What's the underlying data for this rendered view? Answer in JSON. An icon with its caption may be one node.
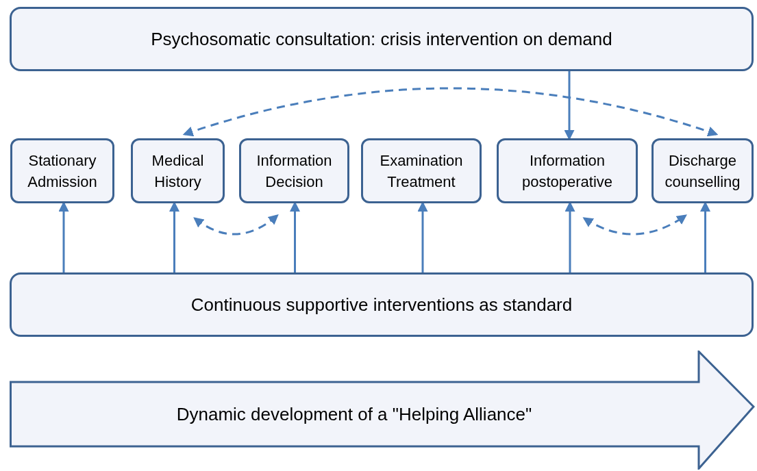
{
  "diagram": {
    "nodes": [
      {
        "text": [
          "Psychosomatic consultation: crisis intervention on demand"
        ]
      },
      {
        "text": [
          "Stationary Admission"
        ]
      },
      {
        "text": [
          "Medical History"
        ]
      },
      {
        "text": [
          "Information Decision"
        ]
      },
      {
        "text": [
          "Examination Treatment"
        ]
      },
      {
        "text": [
          "Information postoperative"
        ]
      },
      {
        "text": [
          "Discharge counselling"
        ]
      },
      {
        "text": [
          "Continuous supportive interventions as standard"
        ]
      },
      {
        "text": [
          "Dynamic development of a \"Helping Alliance\""
        ]
      }
    ],
    "edges": [
      {
        "from": 0,
        "to": 5,
        "arrow": "to"
      },
      {
        "from": 2,
        "to": 6,
        "arrow": "both",
        "style": "dashed"
      },
      {
        "from": 2,
        "to": 3,
        "arrow": "both",
        "style": "dashed"
      },
      {
        "from": 5,
        "to": 6,
        "arrow": "both",
        "style": "dashed"
      },
      {
        "from": 7,
        "to": 1,
        "arrow": "to"
      },
      {
        "from": 7,
        "to": 2,
        "arrow": "to"
      },
      {
        "from": 7,
        "to": 3,
        "arrow": "to"
      },
      {
        "from": 7,
        "to": 4,
        "arrow": "to"
      },
      {
        "from": 7,
        "to": 5,
        "arrow": "to"
      },
      {
        "from": 7,
        "to": 6,
        "arrow": "to"
      }
    ]
  }
}
